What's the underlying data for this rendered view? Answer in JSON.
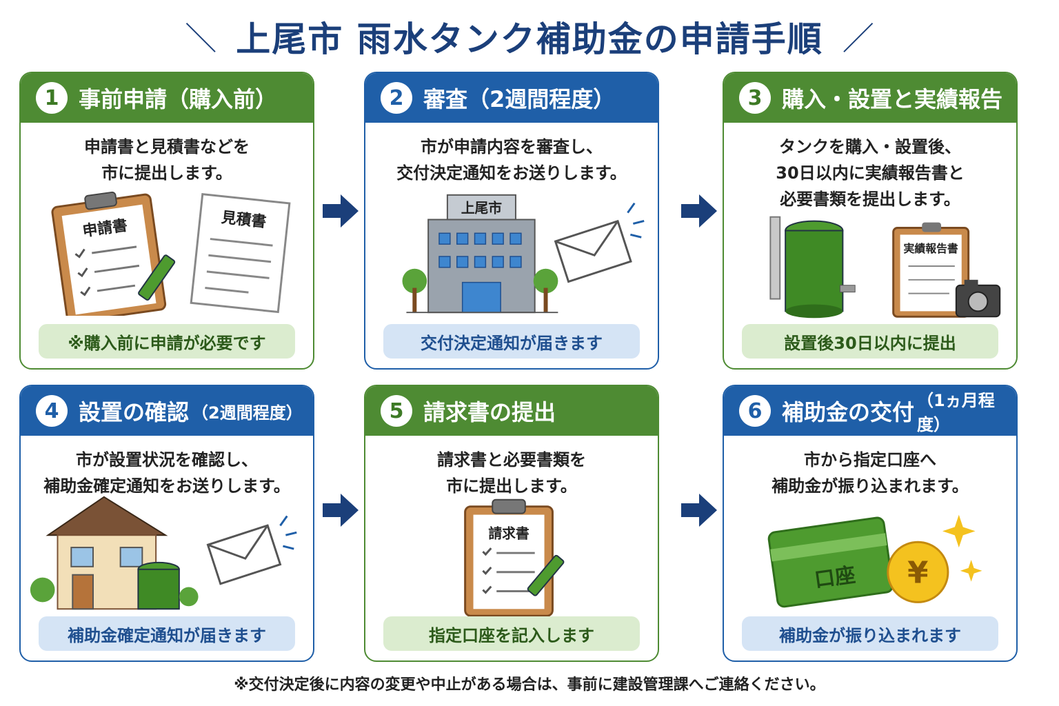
{
  "title": "上尾市 雨水タンク補助金の申請手順",
  "title_deco_left": "＼",
  "title_deco_right": "／",
  "steps": [
    {
      "num": "1",
      "heading": "事前申請（購入前）",
      "heading_sub": "",
      "desc": "申請書と見積書などを\n市に提出します。",
      "note": "※購入前に申請が必要です",
      "color": "green",
      "labels": {
        "doc1": "申請書",
        "doc2": "見積書"
      }
    },
    {
      "num": "2",
      "heading": "審査（2週間程度）",
      "heading_sub": "",
      "desc": "市が申請内容を審査し、\n交付決定通知をお送りします。",
      "note": "交付決定通知が届きます",
      "color": "blue",
      "labels": {
        "building": "上尾市"
      }
    },
    {
      "num": "3",
      "heading": "購入・設置と実績報告",
      "heading_sub": "",
      "desc": "タンクを購入・設置後、\n30日以内に実績報告書と\n必要書類を提出します。",
      "note": "設置後30日以内に提出",
      "color": "green",
      "labels": {
        "report": "実績報告書"
      }
    },
    {
      "num": "4",
      "heading": "設置の確認",
      "heading_sub": "（2週間程度）",
      "desc": "市が設置状況を確認し、\n補助金確定通知をお送りします。",
      "note": "補助金確定通知が届きます",
      "color": "blue"
    },
    {
      "num": "5",
      "heading": "請求書の提出",
      "heading_sub": "",
      "desc": "請求書と必要書類を\n市に提出します。",
      "note": "指定口座を記入します",
      "color": "green",
      "labels": {
        "invoice": "請求書"
      }
    },
    {
      "num": "6",
      "heading": "補助金の交付",
      "heading_sub": "（1ヵ月程度）",
      "desc": "市から指定口座へ\n補助金が振り込まれます。",
      "note": "補助金が振り込まれます",
      "color": "blue",
      "labels": {
        "account": "口座",
        "yen": "¥"
      }
    }
  ],
  "footer": "※交付決定後に内容の変更や中止がある場合は、事前に建設管理課へご連絡ください。",
  "colors": {
    "green": "#4e8b33",
    "blue": "#1f5fa8",
    "navy": "#1b3f7a",
    "pill_green": "#dbeccf",
    "pill_blue": "#d5e4f5"
  },
  "icons": [
    "clipboard-icon",
    "pencil-icon",
    "document-icon",
    "city-hall-icon",
    "envelope-icon",
    "rain-tank-icon",
    "camera-icon",
    "house-icon",
    "bank-card-icon",
    "yen-coin-icon",
    "sparkle-icon",
    "arrow-right-icon"
  ]
}
